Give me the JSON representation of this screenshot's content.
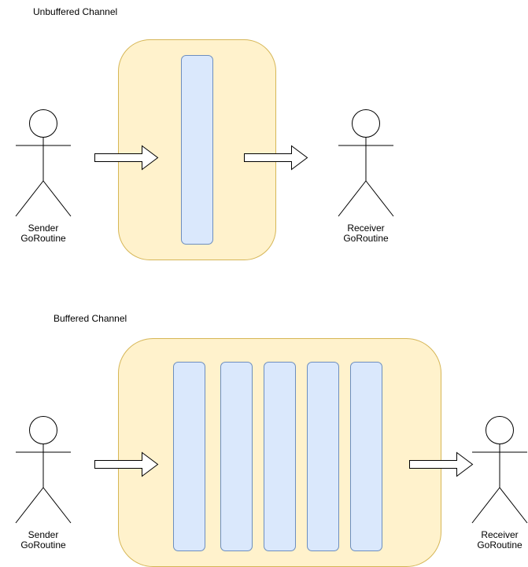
{
  "colors": {
    "channel_fill": "#fff2cc",
    "channel_stroke": "#d6b656",
    "slot_fill": "#dae8fc",
    "slot_stroke": "#6c8ebf",
    "line": "#000000",
    "arrow_fill": "#ffffff"
  },
  "unbuffered": {
    "title": "Unbuffered Channel",
    "sender": {
      "line1": "Sender",
      "line2": "GoRoutine"
    },
    "receiver": {
      "line1": "Receiver",
      "line2": "GoRoutine"
    },
    "slot_count": 1
  },
  "buffered": {
    "title": "Buffered Channel",
    "sender": {
      "line1": "Sender",
      "line2": "GoRoutine"
    },
    "receiver": {
      "line1": "Receiver",
      "line2": "GoRoutine"
    },
    "slot_count": 5
  }
}
